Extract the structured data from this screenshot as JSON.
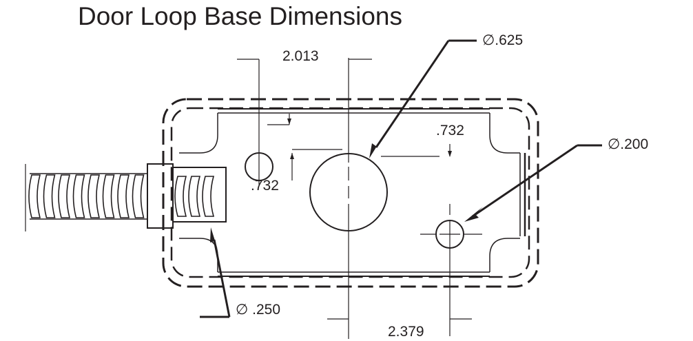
{
  "title": "Door Loop Base Dimensions",
  "dimensions": {
    "hole_center_spacing_top": "2.013",
    "large_hole_diameter": "∅.625",
    "hole_offset_right": ".732",
    "hole_offset_left": ".732",
    "small_hole_diameter": "∅.200",
    "conduit_hole_diameter": "∅ .250",
    "hole_center_spacing_bottom": "2.379"
  },
  "colors": {
    "ink": "#231f20",
    "background": "#ffffff"
  }
}
